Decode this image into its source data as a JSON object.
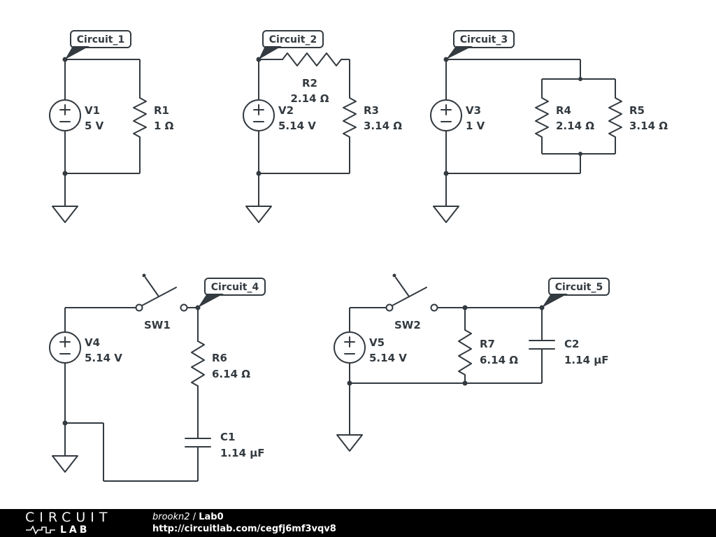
{
  "theme": {
    "ink": "#333a40",
    "canvas-bg": "#ffffff",
    "footer-bg": "#000000",
    "footer-fg": "#ffffff"
  },
  "circuit1": {
    "label": "Circuit_1",
    "source": {
      "name": "V1",
      "value": "5 V"
    },
    "r1": {
      "name": "R1",
      "value": "1 Ω"
    }
  },
  "circuit2": {
    "label": "Circuit_2",
    "source": {
      "name": "V2",
      "value": "5.14 V"
    },
    "r2": {
      "name": "R2",
      "value": "2.14 Ω"
    },
    "r3": {
      "name": "R3",
      "value": "3.14 Ω"
    }
  },
  "circuit3": {
    "label": "Circuit_3",
    "source": {
      "name": "V3",
      "value": "1 V"
    },
    "r4": {
      "name": "R4",
      "value": "2.14 Ω"
    },
    "r5": {
      "name": "R5",
      "value": "3.14 Ω"
    }
  },
  "circuit4": {
    "label": "Circuit_4",
    "switch": {
      "name": "SW1"
    },
    "source": {
      "name": "V4",
      "value": "5.14 V"
    },
    "r6": {
      "name": "R6",
      "value": "6.14 Ω"
    },
    "c1": {
      "name": "C1",
      "value": "1.14 µF"
    }
  },
  "circuit5": {
    "label": "Circuit_5",
    "switch": {
      "name": "SW2"
    },
    "source": {
      "name": "V5",
      "value": "5.14 V"
    },
    "r7": {
      "name": "R7",
      "value": "6.14 Ω"
    },
    "c2": {
      "name": "C2",
      "value": "1.14 µF"
    }
  },
  "footer": {
    "logo_line1": "CIRCUIT",
    "logo_line2": "LAB",
    "author": "brookn2",
    "separator": "/",
    "project": "Lab0",
    "url": "http://circuitlab.com/cegfj6mf3vqv8"
  }
}
